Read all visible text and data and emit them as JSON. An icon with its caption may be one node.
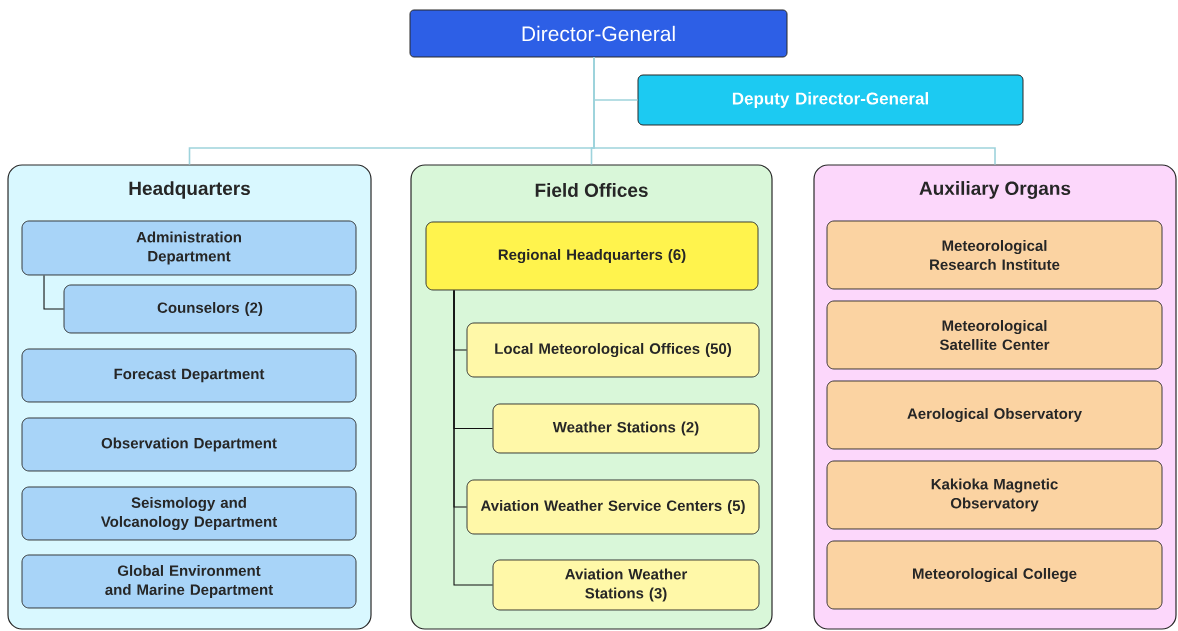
{
  "diagram": {
    "nodes": [
      {
        "text": [
          "Director-General"
        ]
      },
      {
        "text": [
          "Deputy Director-General"
        ]
      },
      {
        "text": [
          "Headquarters"
        ]
      },
      {
        "text": [
          "Administration Department"
        ],
        "in": 2
      },
      {
        "text": [
          "Counselors (2)"
        ],
        "in": 2
      },
      {
        "text": [
          "Forecast Department"
        ],
        "in": 2
      },
      {
        "text": [
          "Observation Department"
        ],
        "in": 2
      },
      {
        "text": [
          "Seismology and Volcanology Department"
        ],
        "in": 2
      },
      {
        "text": [
          "Global Environment and Marine Department"
        ],
        "in": 2
      },
      {
        "text": [
          "Field Offices"
        ]
      },
      {
        "text": [
          "Regional Headquarters (6)"
        ],
        "in": 9
      },
      {
        "text": [
          "Local Meteorological Offices (50)"
        ],
        "in": 9
      },
      {
        "text": [
          "Weather Stations (2)"
        ],
        "in": 9
      },
      {
        "text": [
          "Aviation Weather Service Centers (5)"
        ],
        "in": 9
      },
      {
        "text": [
          "Aviation Weather Stations (3)"
        ],
        "in": 9
      },
      {
        "text": [
          "Auxiliary Organs"
        ]
      },
      {
        "text": [
          "Meteorological Research Institute"
        ],
        "in": 15
      },
      {
        "text": [
          "Meteorological Satellite Center"
        ],
        "in": 15
      },
      {
        "text": [
          "Aerological Observatory"
        ],
        "in": 15
      },
      {
        "text": [
          "Kakioka Magnetic Observatory"
        ],
        "in": 15
      },
      {
        "text": [
          "Meteorological College"
        ],
        "in": 15
      }
    ],
    "edges": [
      {
        "from": 0,
        "to": 1,
        "arrow": "none",
        "color": "#9ed3dc"
      },
      {
        "from": 0,
        "to": 2,
        "arrow": "none",
        "color": "#9ed3dc"
      },
      {
        "from": 0,
        "to": 9,
        "arrow": "none",
        "color": "#9ed3dc"
      },
      {
        "from": 0,
        "to": 15,
        "arrow": "none",
        "color": "#9ed3dc"
      },
      {
        "from": 3,
        "to": 4,
        "arrow": "none",
        "color": "#111111"
      },
      {
        "from": 10,
        "to": 11,
        "arrow": "none",
        "color": "#111111"
      },
      {
        "from": 10,
        "to": 12,
        "arrow": "none",
        "color": "#111111"
      },
      {
        "from": 10,
        "to": 13,
        "arrow": "none",
        "color": "#111111"
      },
      {
        "from": 10,
        "to": 14,
        "arrow": "none",
        "color": "#111111"
      }
    ]
  }
}
